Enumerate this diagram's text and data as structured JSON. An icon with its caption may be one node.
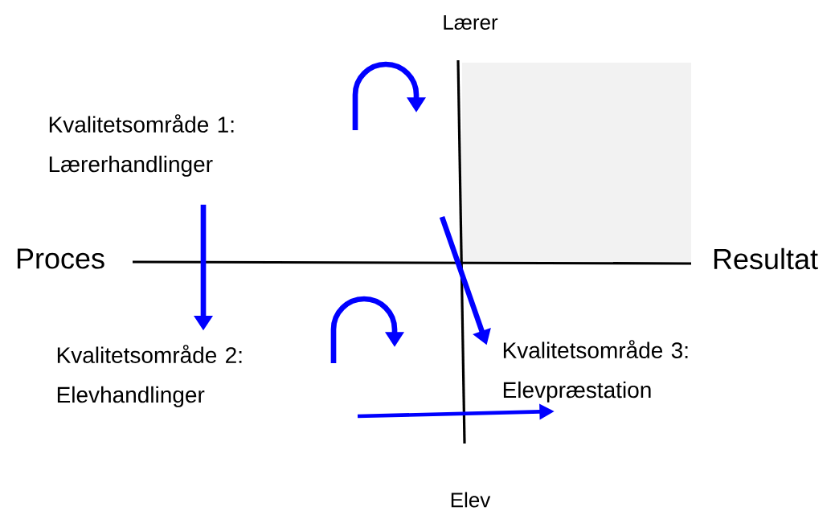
{
  "diagram": {
    "nodes": [
      {
        "text": [
          "Kvalitetsområde 1: Lærerhandlinger"
        ]
      },
      {
        "text": [
          "Kvalitetsområde 2: Elevhandlinger"
        ]
      },
      {
        "text": [
          "Kvalitetsområde 3: Elevpræstation"
        ]
      },
      {
        "text": [],
        "shape": "box"
      }
    ],
    "edges": [
      {
        "from": 0,
        "to": 1,
        "arrow": "to"
      },
      {
        "from": null,
        "to": 2,
        "arrow": "to"
      }
    ],
    "labels": [
      "Lærer",
      "Proces",
      "Resultat",
      "Elev"
    ]
  }
}
